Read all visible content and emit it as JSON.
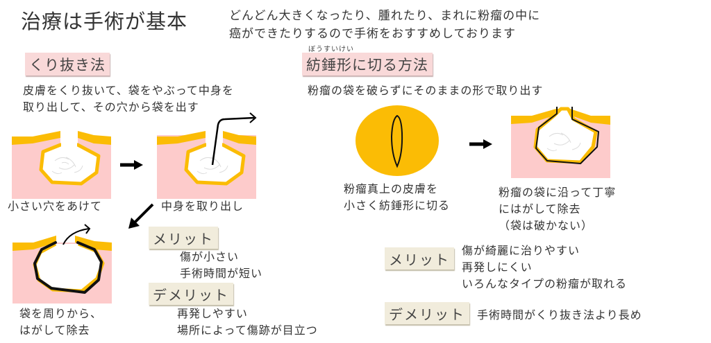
{
  "header": {
    "title": "治療は手術が基本",
    "intro_lines": [
      "どんどん大きくなったり、腫れたり、まれに粉瘤の中に",
      "癌ができたりするので手術をおすすめしております"
    ]
  },
  "colors": {
    "skin_pink": "#fdcbcb",
    "skin_yellow": "#fbbc05",
    "badge_pink": "#f9d9d9",
    "badge_beige": "#f1ecdc",
    "text": "#333333",
    "outline": "#111111"
  },
  "left_method": {
    "heading": "くり抜き法",
    "description_lines": [
      "皮膚をくり抜いて、袋をやぶって中身を",
      "取り出して、その穴から袋を出す"
    ],
    "steps": [
      {
        "caption_lines": [
          "小さい穴をあけて"
        ],
        "icon": "cyst-hole-diagram"
      },
      {
        "caption_lines": [
          "中身を取り出し"
        ],
        "icon": "cyst-extract-contents-diagram"
      },
      {
        "caption_lines": [
          "袋を周りから、",
          "はがして除去"
        ],
        "icon": "cyst-remove-sac-diagram"
      }
    ],
    "merit": {
      "label": "メリット",
      "items": [
        "傷が小さい",
        "手術時間が短い"
      ]
    },
    "demerit": {
      "label": "デメリット",
      "items": [
        "再発しやすい",
        "場所によって傷跡が目立つ"
      ]
    }
  },
  "right_method": {
    "ruby": "ぼうすいけい",
    "heading": "紡錘形に切る方法",
    "description": "粉瘤の袋を破らずにそのままの形で取り出す",
    "steps": [
      {
        "caption_lines": [
          "粉瘤真上の皮膚を",
          "小さく紡錘形に切る"
        ],
        "icon": "spindle-incision-diagram"
      },
      {
        "caption_lines": [
          "粉瘤の袋に沿って丁寧",
          "にはがして除去",
          "（袋は破かない）"
        ],
        "icon": "intact-sac-removal-diagram"
      }
    ],
    "merit": {
      "label": "メリット",
      "items": [
        "傷が綺麗に治りやすい",
        "再発しにくい",
        "いろんなタイプの粉瘤が取れる"
      ]
    },
    "demerit": {
      "label": "デメリット",
      "items": [
        "手術時間がくり抜き法より長め"
      ]
    }
  }
}
